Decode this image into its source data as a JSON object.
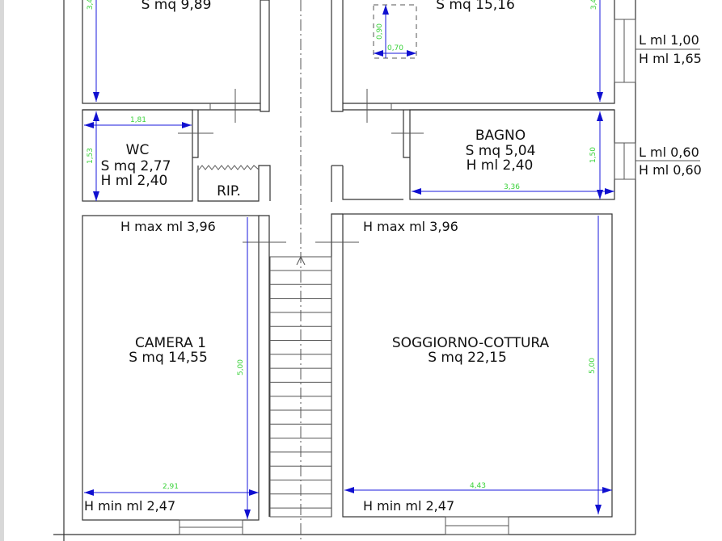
{
  "rooms": {
    "top_left": {
      "area": "S mq 9,89",
      "dim_v": "3,4"
    },
    "top_right": {
      "area": "S mq 15,16",
      "dim_v": "3,4",
      "fixture_h": "0,90",
      "fixture_w": "0,70"
    },
    "wc": {
      "name": "WC",
      "area": "S mq 2,77",
      "height": "H ml 2,40",
      "dim_w": "1,81",
      "dim_h": "1,53"
    },
    "rip": {
      "name": "RIP."
    },
    "bagno": {
      "name": "BAGNO",
      "area": "S mq 5,04",
      "height": "H ml 2,40",
      "dim_w": "3,36",
      "dim_h": "1,50"
    },
    "camera1": {
      "name": "CAMERA 1",
      "area": "S mq 14,55",
      "h_max": "H max ml 3,96",
      "h_min": "H min ml 2,47",
      "dim_w": "2,91",
      "dim_h": "5,00"
    },
    "soggiorno": {
      "name": "SOGGIORNO-COTTURA",
      "area": "S mq 22,15",
      "h_max": "H max ml 3,96",
      "h_min": "H min ml 2,47",
      "dim_w": "4,43",
      "dim_h": "5,00"
    }
  },
  "windows": [
    {
      "width": "L ml 1,00",
      "height": "H ml 1,65"
    },
    {
      "width": "L ml 0,60",
      "height": "H ml 0,60"
    }
  ],
  "colors": {
    "walls": "#333333",
    "dimension_lines": "#1a1adc",
    "dimension_text": "#3ad23a"
  }
}
